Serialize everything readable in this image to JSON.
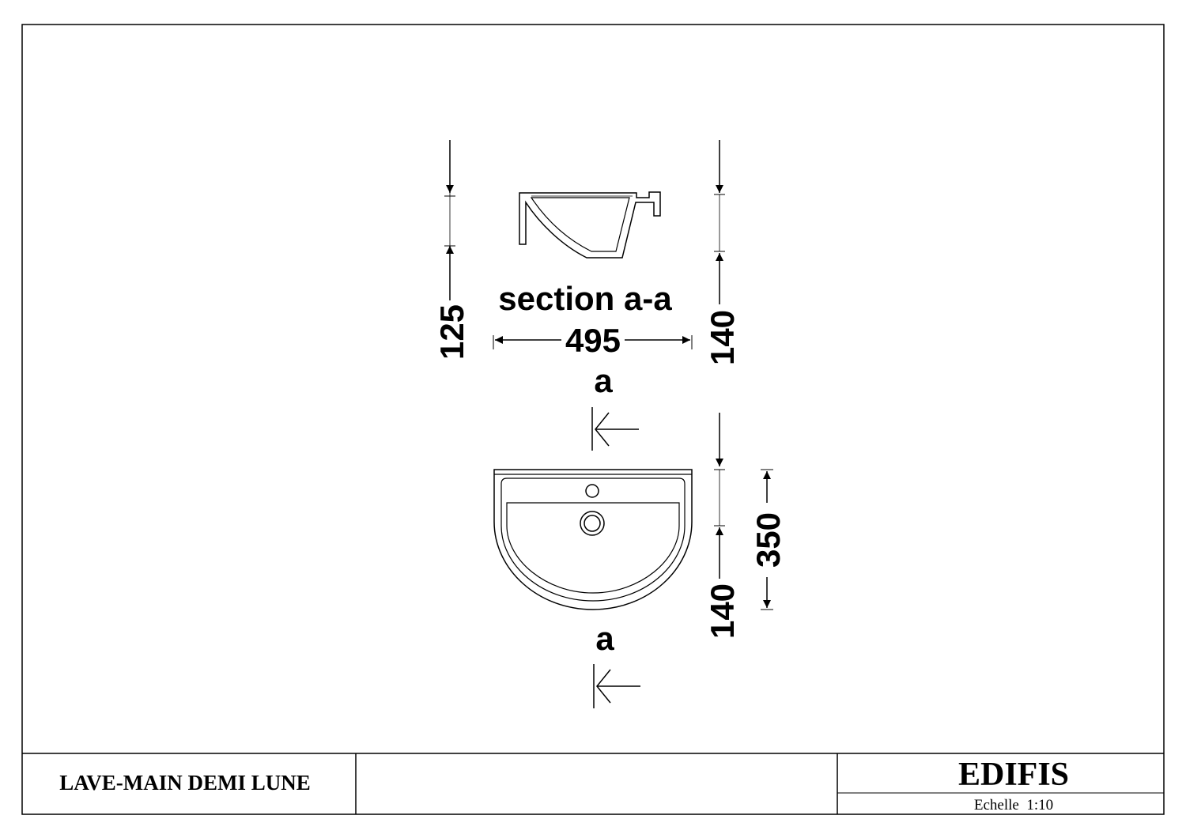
{
  "drawing": {
    "section_label": "section a-a",
    "section_marker_top": "a",
    "section_marker_bottom": "a",
    "dimensions": {
      "width": "495",
      "section_height_left": "125",
      "section_height_right": "140",
      "plan_depth": "350",
      "plan_offset": "140"
    }
  },
  "title_block": {
    "product_name": "LAVE-MAIN DEMI LUNE",
    "brand": "EDIFIS",
    "scale": "Echelle  1:10"
  }
}
